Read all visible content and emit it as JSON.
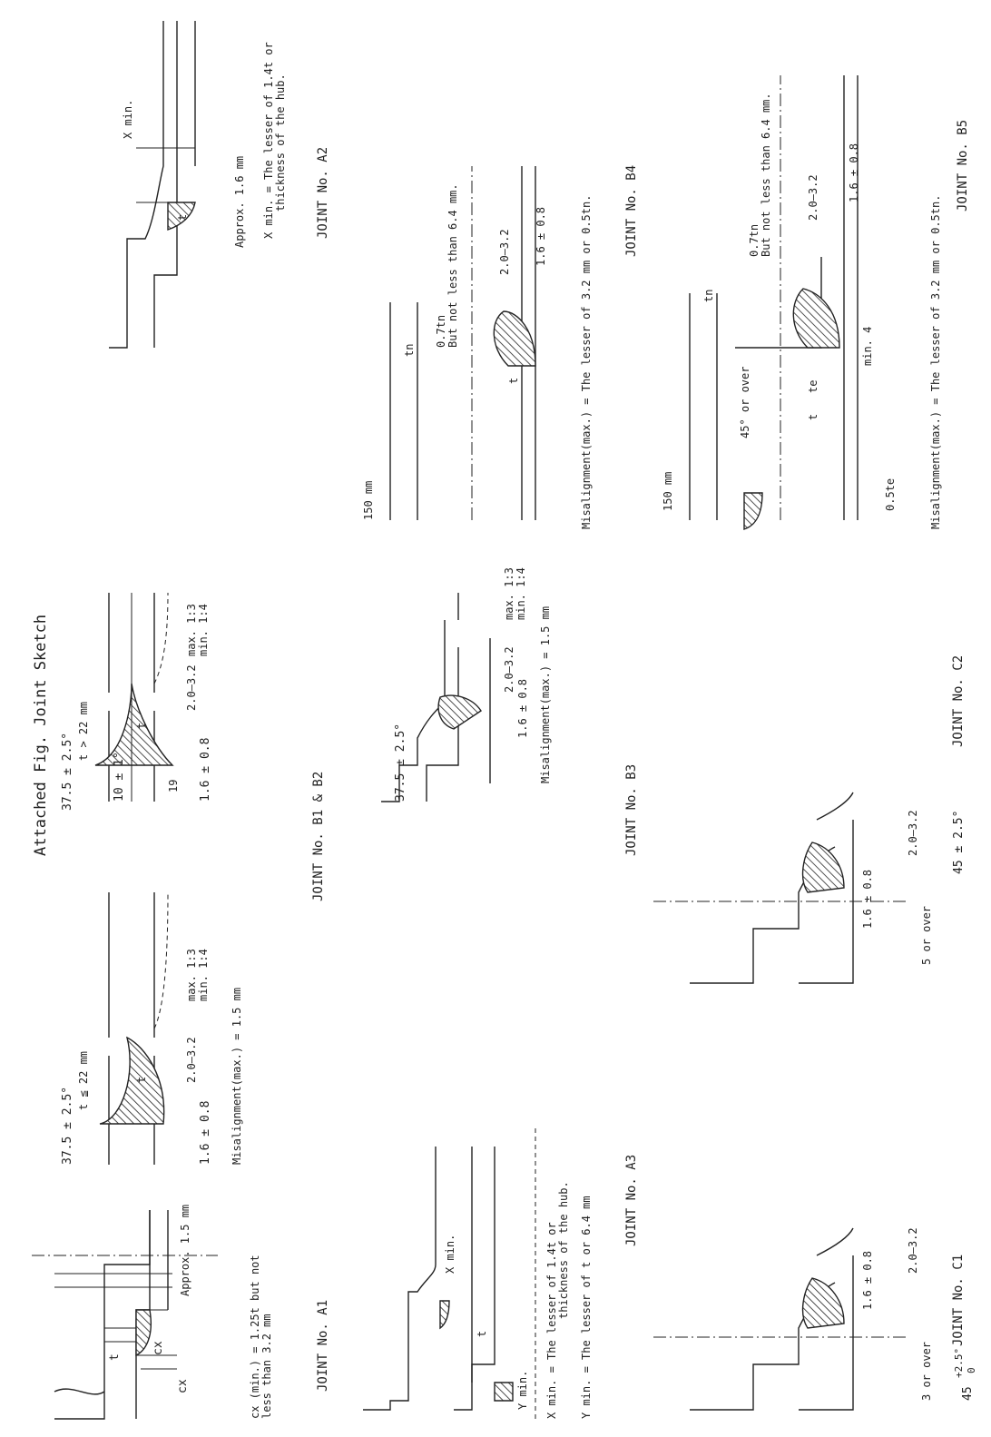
{
  "title": "Attached Fig.   Joint Sketch",
  "joints": {
    "a1": {
      "name": "JOINT No. A1",
      "cx_label": "cx",
      "t_label": "t",
      "approx": "Approx. 1.5 mm",
      "note": [
        "cx (min.) = 1.25t but not",
        "less than 3.2 mm"
      ]
    },
    "b1b2": {
      "name": "JOINT No. B1 & B2",
      "angle_left": "37.5 ± 2.5°",
      "angle_right": "37.5 ± 2.5°",
      "cond_left": "t ≦ 22 mm",
      "cond_right": "t > 22 mm",
      "root_face": "1.6 ± 0.8",
      "root_face_right": "1.6  ± 0.8",
      "gap": "2.0—3.2",
      "taper_max": "max. 1:3",
      "taper_min": "min. 1:4",
      "bevel2": "10 ± 1°",
      "dim19": "19",
      "t_label": "t",
      "misalign": "Misalignment(max.) = 1.5 mm"
    },
    "a2": {
      "name": "JOINT No. A2",
      "xmin": "X min.",
      "approx": "Approx. 1.6 mm",
      "t_label": "t",
      "note": [
        "X min. = The lesser of 1.4t or",
        "thickness of the hub."
      ]
    },
    "a3": {
      "name": "JOINT No. A3",
      "xmin": "X min.",
      "ymin": "Y min.",
      "t_label": "t",
      "note": [
        "X min. = The lesser of 1.4t or",
        "thickness of the hub.",
        "Y min. = The lesser of t or 6.4 mm"
      ]
    },
    "b3": {
      "name": "JOINT No. B3",
      "angle": "37.5 ± 2.5°",
      "root_face": "1.6 ± 0.8",
      "gap": "2.0—3.2",
      "taper_max": "max. 1:3",
      "taper_min": "min. 1:4",
      "misalign": "Misalignment(max.) = 1.5 mm"
    },
    "b4": {
      "name": "JOINT No. B4",
      "dim150": "150 mm",
      "tn": "tn",
      "t_label": "t",
      "fillet": "0.7tn",
      "fillet2": "But not less than 6.4 mm.",
      "gap": "2.0—3.2",
      "root_face": "1.6 ± 0.8",
      "misalign": "Misalignment(max.) = The lesser of 3.2 mm or 0.5tn."
    },
    "b5": {
      "name": "JOINT No. B5",
      "dim150": "150 mm",
      "angle": "45° or over",
      "tn": "tn",
      "te": "te",
      "t_label": "t",
      "min4": "min. 4",
      "half_te": "0.5te",
      "fillet": "0.7tn",
      "fillet2": "But not less than 6.4 mm.",
      "gap": "2.0—3.2",
      "root_face": "1.6 ± 0.8",
      "misalign": "Misalignment(max.) = The lesser of 3.2 mm or 0.5tn."
    },
    "c1": {
      "name": "JOINT No. C1",
      "over": "3 or over",
      "angle_main": "45",
      "angle_tol": "+2.5°",
      "angle_tol0": "0",
      "root_face": "1.6 ± 0.8",
      "gap": "2.0—3.2"
    },
    "c2": {
      "name": "JOINT No. C2",
      "over": "5 or over",
      "angle": "45 ± 2.5°",
      "root_face": "1.6 ± 0.8",
      "gap": "2.0—3.2"
    }
  }
}
